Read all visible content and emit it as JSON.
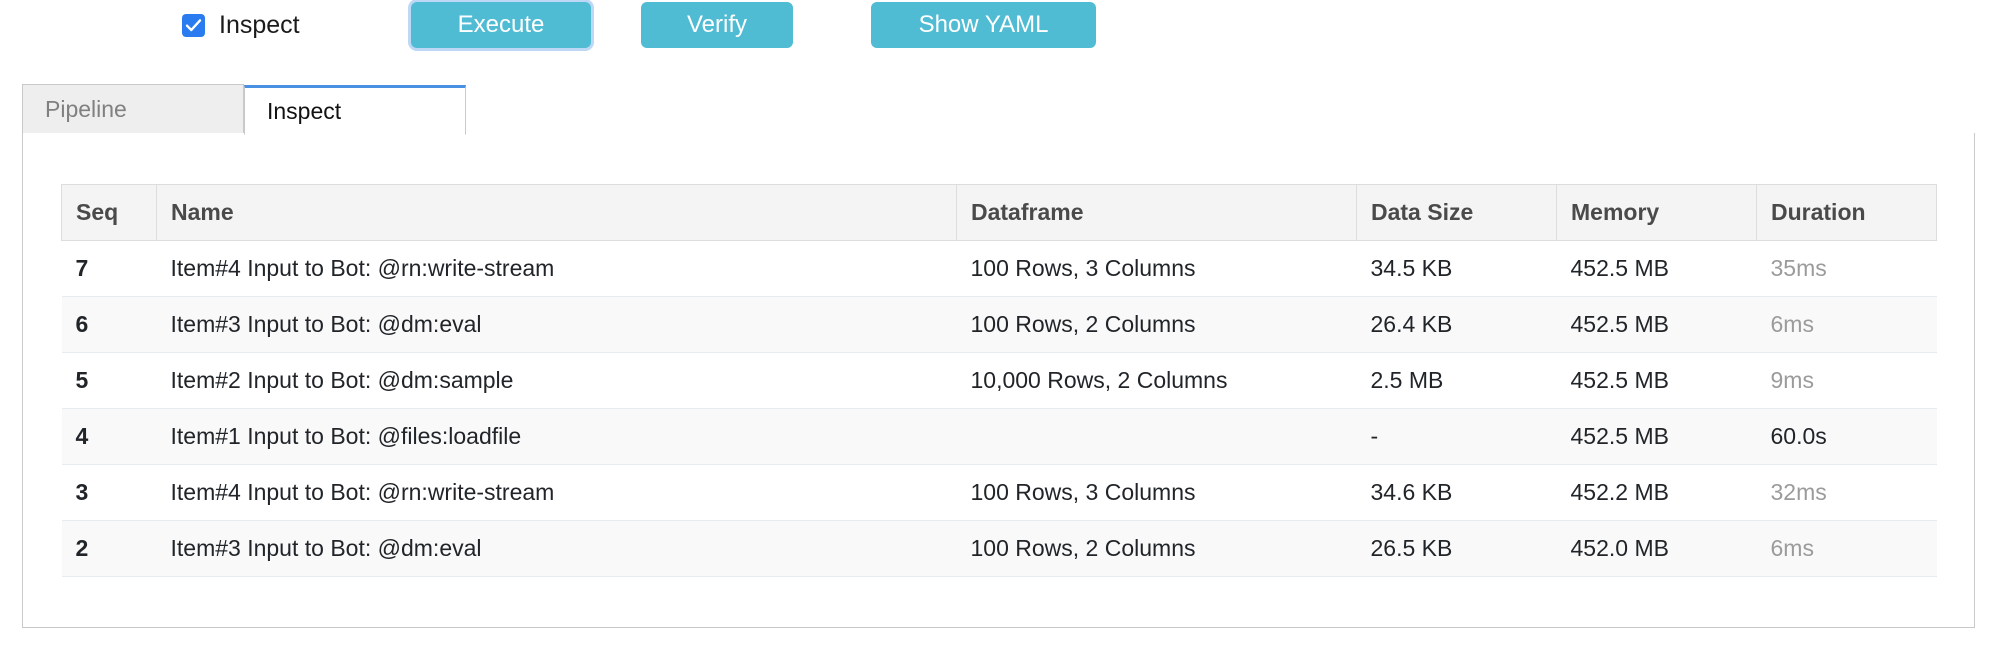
{
  "toolbar": {
    "inspect_checkbox": {
      "label": "Inspect",
      "checked": true,
      "accent_color": "#2a7bf0",
      "icon": "checkmark-icon"
    },
    "buttons": [
      {
        "name": "execute",
        "label": "Execute",
        "color": "#4fbcd4",
        "focused": true
      },
      {
        "name": "verify",
        "label": "Verify",
        "color": "#4fbcd4",
        "focused": false
      },
      {
        "name": "show-yaml",
        "label": "Show YAML",
        "color": "#4fbcd4",
        "focused": false
      }
    ]
  },
  "tabs": {
    "active_index": 1,
    "active_color": "#4a90e2",
    "items": [
      {
        "label": "Pipeline",
        "active": false
      },
      {
        "label": "Inspect",
        "active": true
      }
    ]
  },
  "table": {
    "columns": [
      "Seq",
      "Name",
      "Dataframe",
      "Data Size",
      "Memory",
      "Duration"
    ],
    "rows": [
      {
        "seq": "7",
        "name": "Item#4 Input to Bot: @rn:write-stream",
        "dataframe": "100 Rows, 3 Columns",
        "data_size": "34.5 KB",
        "memory": "452.5 MB",
        "duration": "35ms",
        "duration_muted": true
      },
      {
        "seq": "6",
        "name": "Item#3 Input to Bot: @dm:eval",
        "dataframe": "100 Rows, 2 Columns",
        "data_size": "26.4 KB",
        "memory": "452.5 MB",
        "duration": "6ms",
        "duration_muted": true
      },
      {
        "seq": "5",
        "name": "Item#2 Input to Bot: @dm:sample",
        "dataframe": "10,000 Rows, 2 Columns",
        "data_size": "2.5 MB",
        "memory": "452.5 MB",
        "duration": "9ms",
        "duration_muted": true
      },
      {
        "seq": "4",
        "name": "Item#1 Input to Bot: @files:loadfile",
        "dataframe": "",
        "data_size": "-",
        "memory": "452.5 MB",
        "duration": "60.0s",
        "duration_muted": false
      },
      {
        "seq": "3",
        "name": "Item#4 Input to Bot: @rn:write-stream",
        "dataframe": "100 Rows, 3 Columns",
        "data_size": "34.6 KB",
        "memory": "452.2 MB",
        "duration": "32ms",
        "duration_muted": true
      },
      {
        "seq": "2",
        "name": "Item#3 Input to Bot: @dm:eval",
        "dataframe": "100 Rows, 2 Columns",
        "data_size": "26.5 KB",
        "memory": "452.0 MB",
        "duration": "6ms",
        "duration_muted": true
      }
    ]
  }
}
